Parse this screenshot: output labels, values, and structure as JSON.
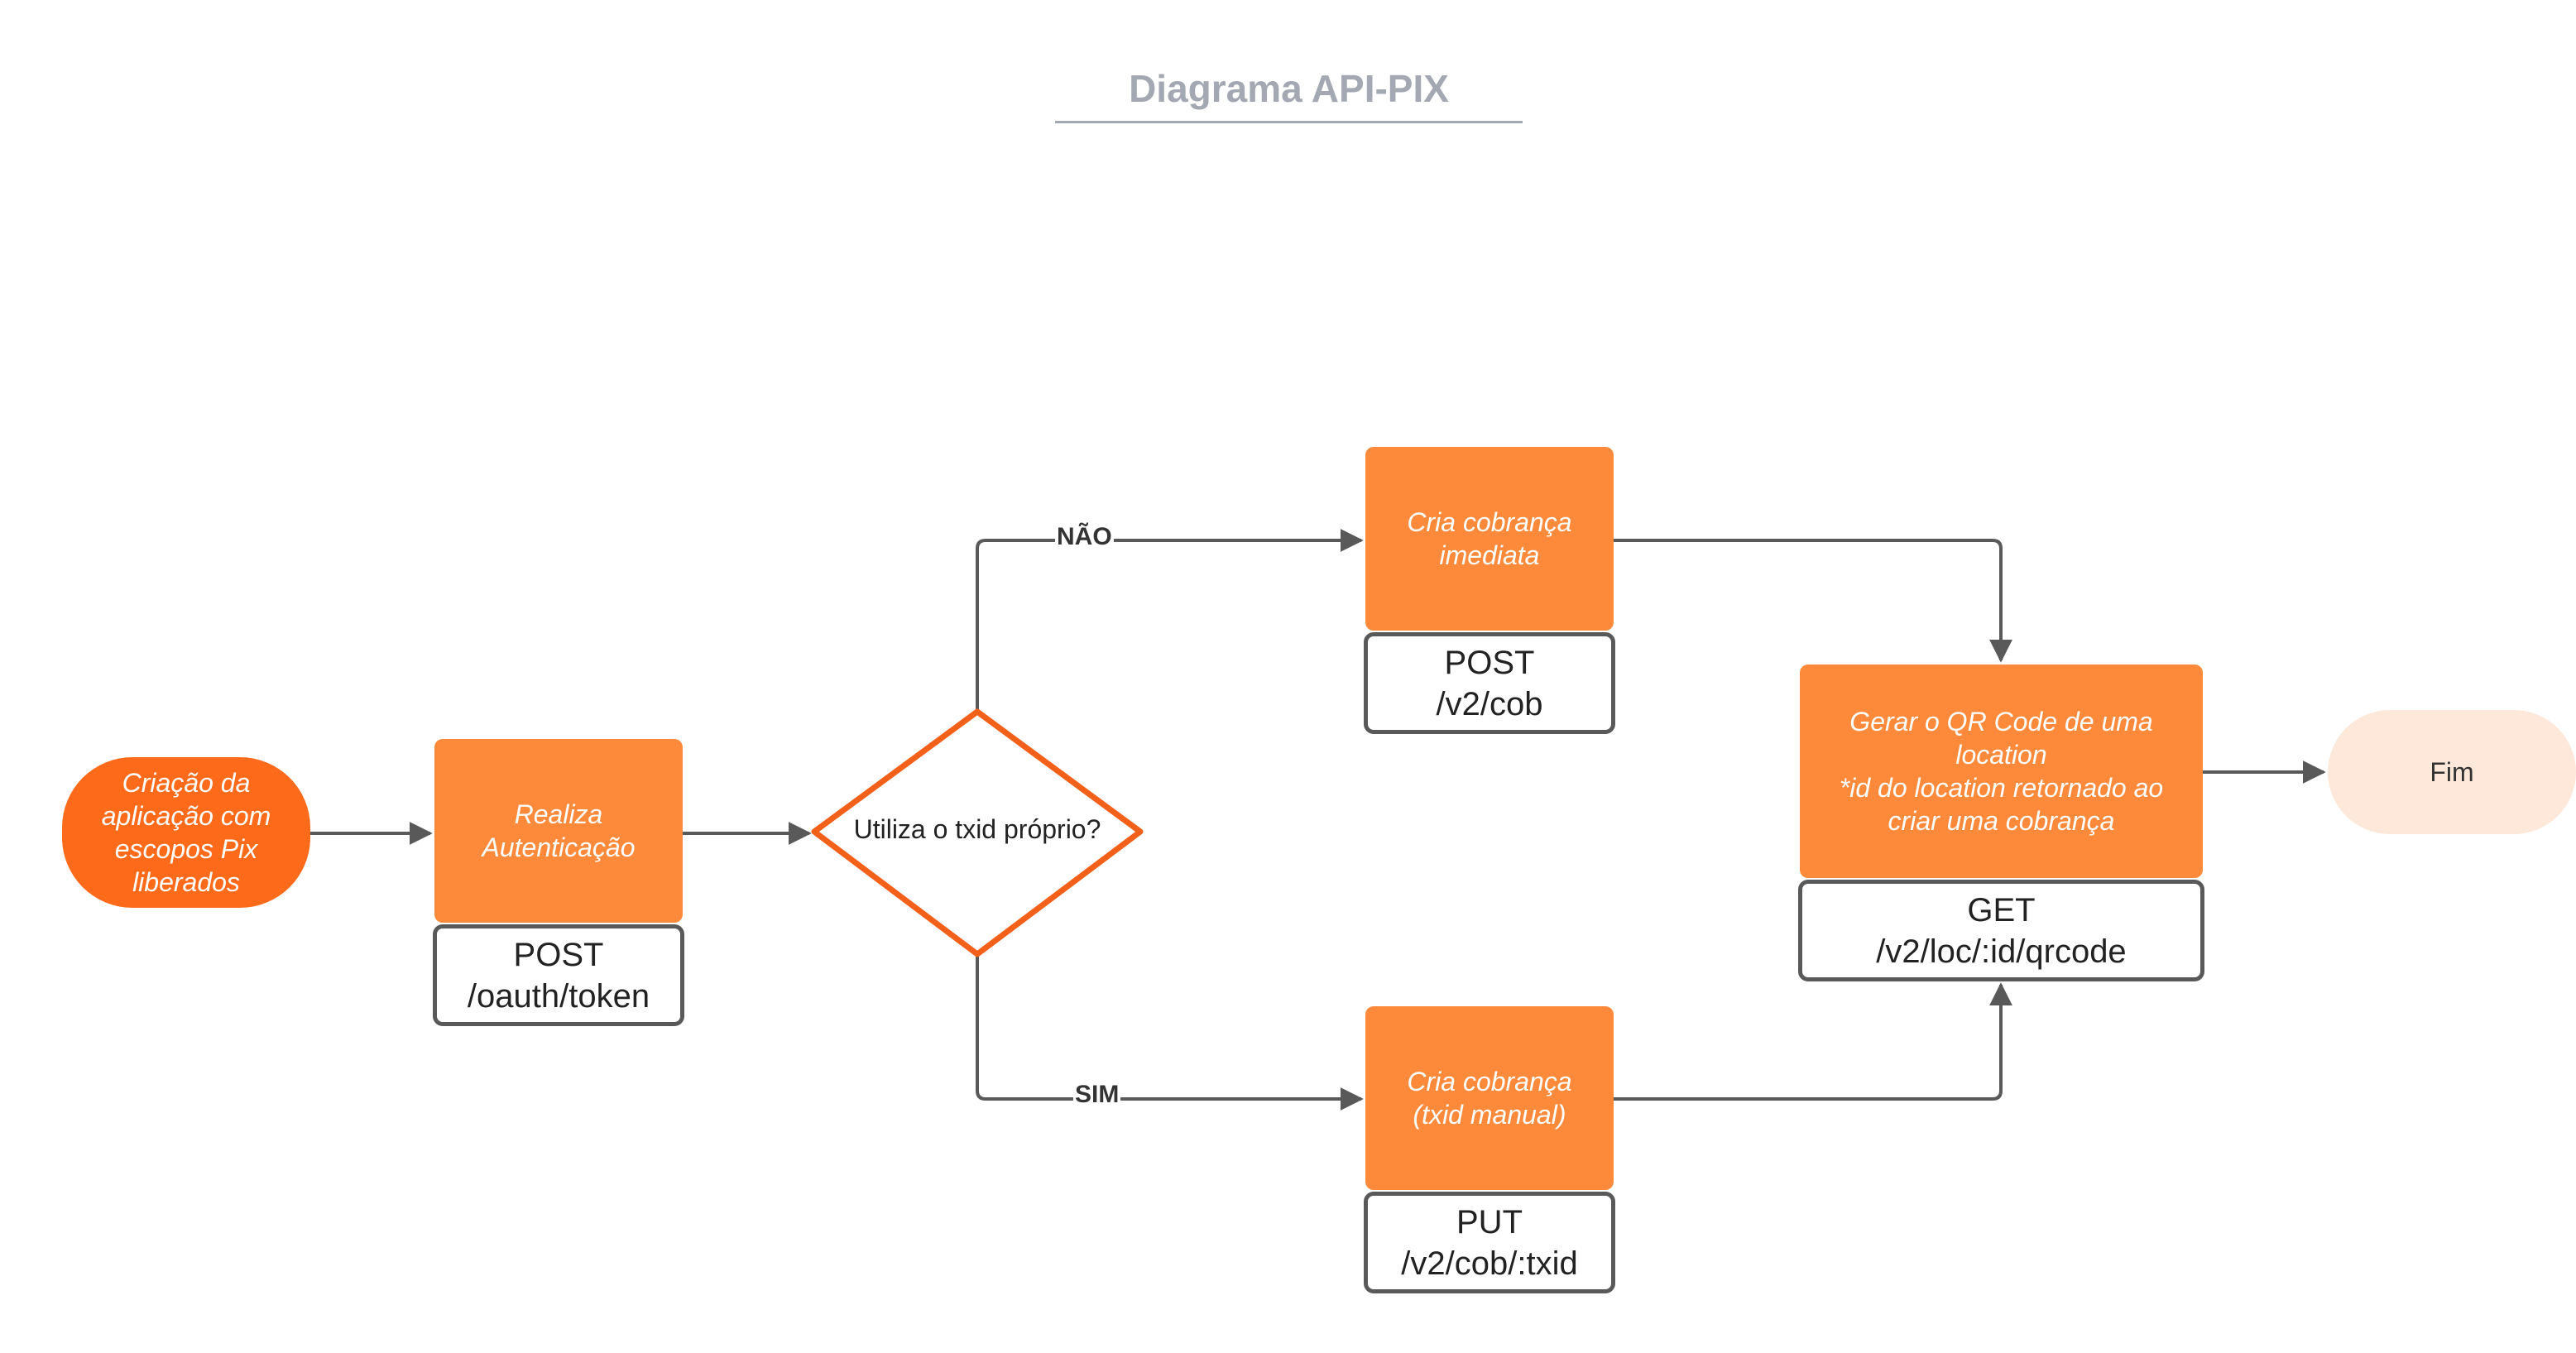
{
  "title": "Diagrama API-PIX",
  "nodes": {
    "start": {
      "lines": [
        "Criação da",
        "aplicação com",
        "escopos Pix",
        "liberados"
      ]
    },
    "auth": {
      "lines": [
        "Realiza",
        "Autenticação"
      ],
      "method": "POST",
      "path": "/oauth/token"
    },
    "decision": {
      "label": "Utiliza o txid próprio?"
    },
    "cob_imediata": {
      "lines": [
        "Cria cobrança",
        "imediata"
      ],
      "method": "POST",
      "path": "/v2/cob"
    },
    "cob_txid": {
      "lines": [
        "Cria cobrança",
        "(txid manual)"
      ],
      "method": "PUT",
      "path": "/v2/cob/:txid"
    },
    "qrcode": {
      "lines": [
        "Gerar o QR Code de uma",
        "location",
        "*id do location retornado ao",
        "criar uma cobrança"
      ],
      "method": "GET",
      "path": "/v2/loc/:id/qrcode"
    },
    "end": {
      "label": "Fim"
    }
  },
  "edges": {
    "no_label": "NÃO",
    "yes_label": "SIM"
  },
  "colors": {
    "start_fill": "#fd6a1a",
    "process_fill": "#fd8a3b",
    "decision_stroke": "#f2601a",
    "endpoint_border": "#595959",
    "end_fill": "#fde8da",
    "connector": "#595959",
    "title": "#a3a8b3"
  }
}
